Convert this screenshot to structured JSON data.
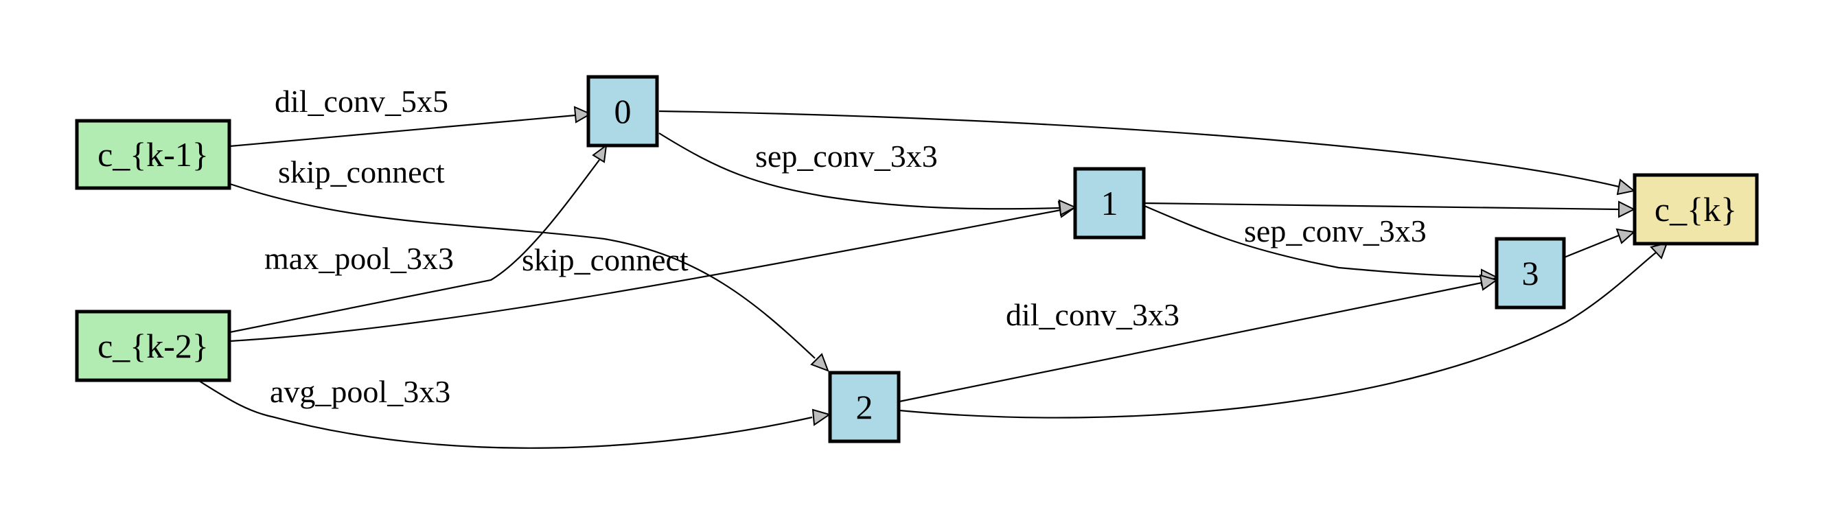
{
  "diagram": {
    "colors": {
      "input_fill": "#b3ecb3",
      "intermediate_fill": "#add8e6",
      "output_fill": "#f0e6aa",
      "stroke": "#000000",
      "arrowhead_fill": "#bdbdbd"
    },
    "nodes": {
      "ck1": "c_{k-1}",
      "ck2": "c_{k-2}",
      "n0": "0",
      "n1": "1",
      "n2": "2",
      "n3": "3",
      "ck": "c_{k}"
    },
    "edges": {
      "ck1_n0": "dil_conv_5x5",
      "ck1_n2": "skip_connect",
      "ck2_n0": "max_pool_3x3",
      "ck2_n1": "skip_connect",
      "ck2_n2": "avg_pool_3x3",
      "n0_n1": "sep_conv_3x3",
      "n1_n3": "sep_conv_3x3",
      "n2_n3": "dil_conv_3x3"
    }
  }
}
